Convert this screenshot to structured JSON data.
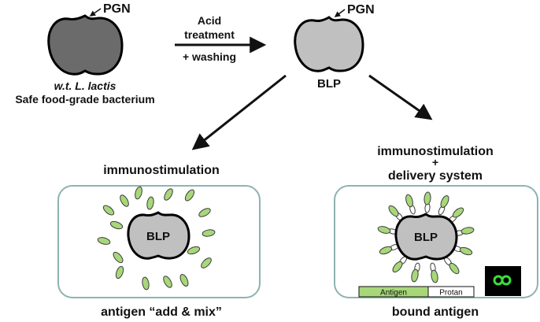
{
  "labels": {
    "pgn_left": "PGN",
    "pgn_right": "PGN",
    "arrow_line1": "Acid",
    "arrow_line2": "treatment",
    "arrow_line3": "+ washing",
    "wt_strain": "w.t. L. lactis",
    "food_grade": "Safe food-grade bacterium",
    "blp_top": "BLP",
    "left_title": "immunostimulation",
    "right_title_line1": "immunostimulation",
    "right_title_plus": "+",
    "right_title_line2": "delivery system",
    "blp_left": "BLP",
    "blp_right": "BLP",
    "legend_antigen": "Antigen",
    "legend_protan": "Protan",
    "left_caption": "antigen “add & mix”",
    "right_caption": "bound antigen"
  },
  "colors": {
    "wt_cell_fill": "#6b6b6b",
    "blp_fill": "#c0c0c0",
    "antigen_green": "#a8d77a",
    "panel_border": "#8fb2b2",
    "fluorescence_green": "#3ddc3d"
  }
}
